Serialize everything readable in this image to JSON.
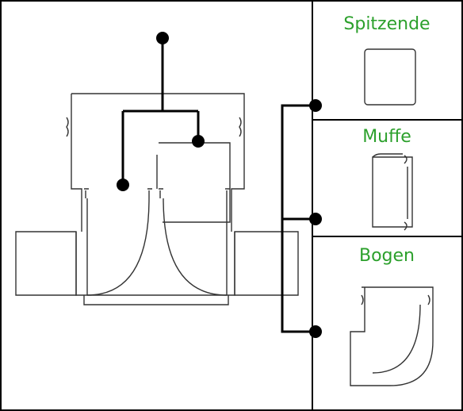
{
  "labels": {
    "spitzende": "Spitzende",
    "muffe": "Muffe",
    "bogen": "Bogen"
  },
  "colors": {
    "label": "#2ca02c",
    "line": "#000000",
    "outline": "#333333"
  }
}
